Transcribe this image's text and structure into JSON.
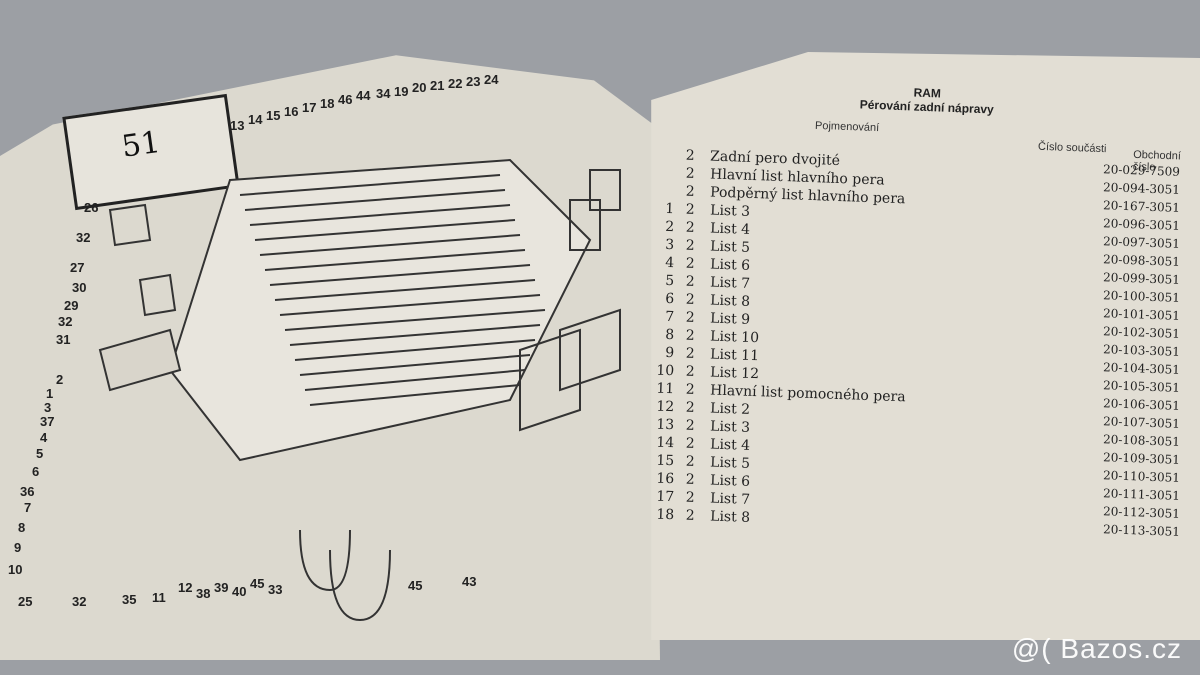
{
  "figure": {
    "number": "51",
    "labels_left": [
      "26",
      "32",
      "27",
      "30",
      "29",
      "32",
      "31",
      "2",
      "1",
      "3",
      "37",
      "4",
      "5",
      "6",
      "36",
      "7",
      "8",
      "9",
      "10",
      "25",
      "32",
      "35",
      "11",
      "12",
      "38",
      "39",
      "40",
      "45",
      "33",
      "45",
      "43"
    ],
    "labels_top": [
      "13",
      "14",
      "15",
      "16",
      "17",
      "18",
      "46",
      "44",
      "34",
      "19",
      "20",
      "21",
      "22",
      "23",
      "24"
    ]
  },
  "table": {
    "title": "RAM",
    "subtitle": "Pérování zadní nápravy",
    "col_name": "Pojmenování",
    "col_part_no": "Číslo součásti",
    "col_trade_no": "Obchodní číslo",
    "rows": [
      {
        "idx": "",
        "cnt": "2",
        "name": "Zadní pero dvojité",
        "part": "20-029-7509"
      },
      {
        "idx": "",
        "cnt": "2",
        "name": "Hlavní list hlavního pera",
        "part": "20-094-3051"
      },
      {
        "idx": "",
        "cnt": "2",
        "name": "Podpěrný list hlavního pera",
        "part": "20-167-3051"
      },
      {
        "idx": "1",
        "cnt": "2",
        "name": "List 3",
        "part": "20-096-3051"
      },
      {
        "idx": "2",
        "cnt": "2",
        "name": "List 4",
        "part": "20-097-3051"
      },
      {
        "idx": "3",
        "cnt": "2",
        "name": "List 5",
        "part": "20-098-3051"
      },
      {
        "idx": "4",
        "cnt": "2",
        "name": "List 6",
        "part": "20-099-3051"
      },
      {
        "idx": "5",
        "cnt": "2",
        "name": "List 7",
        "part": "20-100-3051"
      },
      {
        "idx": "6",
        "cnt": "2",
        "name": "List 8",
        "part": "20-101-3051"
      },
      {
        "idx": "7",
        "cnt": "2",
        "name": "List 9",
        "part": "20-102-3051"
      },
      {
        "idx": "8",
        "cnt": "2",
        "name": "List 10",
        "part": "20-103-3051"
      },
      {
        "idx": "9",
        "cnt": "2",
        "name": "List 11",
        "part": "20-104-3051"
      },
      {
        "idx": "10",
        "cnt": "2",
        "name": "List 12",
        "part": "20-105-3051"
      },
      {
        "idx": "11",
        "cnt": "2",
        "name": "Hlavní list pomocného pera",
        "part": "20-106-3051"
      },
      {
        "idx": "12",
        "cnt": "2",
        "name": "List 2",
        "part": "20-107-3051"
      },
      {
        "idx": "13",
        "cnt": "2",
        "name": "List 3",
        "part": "20-108-3051"
      },
      {
        "idx": "14",
        "cnt": "2",
        "name": "List 4",
        "part": "20-109-3051"
      },
      {
        "idx": "15",
        "cnt": "2",
        "name": "List 5",
        "part": "20-110-3051"
      },
      {
        "idx": "16",
        "cnt": "2",
        "name": "List 6",
        "part": "20-111-3051"
      },
      {
        "idx": "17",
        "cnt": "2",
        "name": "List 7",
        "part": "20-112-3051"
      },
      {
        "idx": "18",
        "cnt": "2",
        "name": "List 8",
        "part": "20-113-3051"
      }
    ]
  },
  "watermark": "@( Bazos.cz"
}
